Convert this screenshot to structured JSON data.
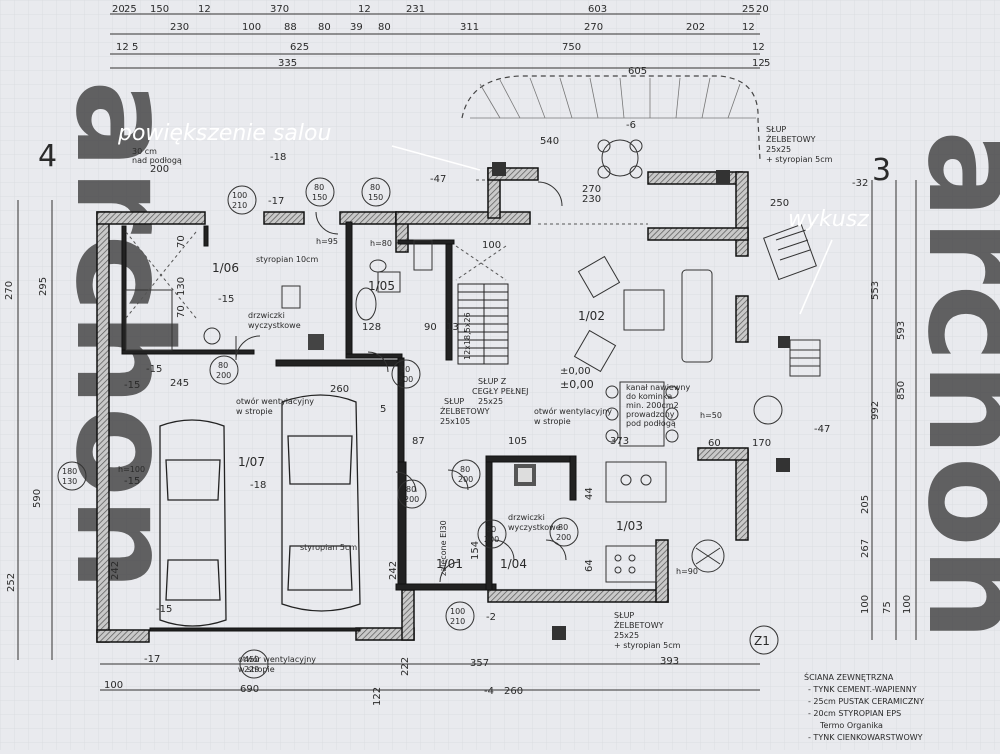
{
  "annotations": {
    "salon": "powiększenie salou",
    "bay": "wykusz"
  },
  "watermark": "archon",
  "axis_labels": {
    "left": "4",
    "right": "3"
  },
  "top_dims": {
    "r1": [
      "20",
      "25",
      "150",
      "12",
      "370",
      "12",
      "231",
      "603",
      "25",
      "20"
    ],
    "r2": [
      "230",
      "100",
      "88",
      "80",
      "39",
      "80",
      "311",
      "270",
      "202",
      "12"
    ],
    "r3": [
      "12",
      "5",
      "625",
      "750",
      "12"
    ],
    "r4": [
      "335",
      "605",
      "12",
      "5"
    ]
  },
  "rooms": {
    "r106": "1/06",
    "r105": "1/05",
    "r102": "1/02",
    "r107": "1/07",
    "r103": "1/03",
    "r101": "1/01",
    "r104": "1/04"
  },
  "labels": {
    "styropian10": "styropian 10cm",
    "drzwiczki1": "drzwiczki",
    "wyczystkowe1": "wyczystkowe",
    "wentyl1a": "otwór wentylacyjny",
    "wentyl1b": "w stropie",
    "wentyl2a": "otwór wentylacyjny",
    "wentyl2b": "w stropie",
    "wentyl3a": "otwór wentylacyjny",
    "wentyl3b": "w stropie",
    "slupCegly": "SŁUP Z",
    "slupCegly2": "CEGŁY PEŁNEJ",
    "slupCegly3": "25x25",
    "slupZel1": "SŁUP",
    "slupZel1b": "ŻELBETOWY",
    "slupZel1c": "25x105",
    "slupZel2": "SŁUP",
    "slupZel2b": "ŻELBETOWY",
    "slupZel2c": "25x25",
    "slupZel2d": "+ styropian 5cm",
    "slupZel3": "SŁUP",
    "slupZel3b": "ŻELBETOWY",
    "slupZel3c": "25x25",
    "slupZel3d": "+ styropian 5cm",
    "styropian5": "styropian 5cm",
    "zeroLevel": "±0,00",
    "kanal1": "kanał nawiewny",
    "kanal2": "do kominka",
    "kanal3": "min. 200cm2",
    "kanal4": "prowadzony",
    "kanal5": "pod podłogą",
    "drzwiczki2": "drzwiczki",
    "wyczystkowe2": "wyczystkowe",
    "zalecone": "zalecone EI30",
    "podciag": "30 cm",
    "podciag2": "nad podłogą",
    "h95": "h=95",
    "h80": "h=80",
    "h100": "h=100",
    "h50": "h=50",
    "h90": "h=90",
    "stairs": "12x18,5x26",
    "wall1": "ŚCIANA ZEWNĘTRZNA",
    "wall2": "- TYNK CEMENT.-WAPIENNY",
    "wall3": "- 25cm PUSTAK CERAMICZNY",
    "wall4": "- 20cm STYROPIAN EPS",
    "wall5": "Termo Organika",
    "wall6": "- TYNK CIENKOWARSTWOWY",
    "z1": "Z1"
  },
  "dims": {
    "d200": "200",
    "d18a": "-18",
    "d47": "-47",
    "d6": "-6",
    "d32": "-32",
    "d17": "-17",
    "d15a": "-15",
    "d15b": "-15",
    "d15c": "-15",
    "d15d": "-15",
    "d18b": "-18",
    "d2": "-2",
    "d4": "-4",
    "d17b": "-17",
    "d47b": "-47",
    "d245": "245",
    "d260": "260",
    "d373": "373",
    "d105": "105",
    "d90": "90",
    "d13": "13",
    "d100a": "100",
    "d100b": "100",
    "d357": "357",
    "d393": "393",
    "d690": "690",
    "d260b": "260",
    "d130": "130",
    "d70a": "70",
    "d70b": "70",
    "d128": "128",
    "d87": "87",
    "d242a": "242",
    "d242b": "242",
    "d222": "222",
    "d154": "154",
    "d540": "540",
    "d270": "270",
    "d230": "230",
    "d250": "250",
    "d170": "170",
    "d60": "60",
    "d44": "44",
    "d64": "64",
    "d122": "122",
    "d5": "5",
    "l270": "270",
    "l295": "295",
    "l590": "590",
    "l252": "252",
    "door100_210a": "100",
    "door100_210b": "210",
    "door80_150a": "80",
    "door80_150b": "150",
    "door80_200a": "80",
    "door80_200b": "200",
    "door450a": "450",
    "door450b": "229",
    "door180a": "180",
    "door180b": "130",
    "r553": "553",
    "r593": "593",
    "r850": "850",
    "r992": "992",
    "r205": "205",
    "r267": "267",
    "r100a": "100",
    "r100b": "100",
    "r75": "75",
    "lvl1": "-15",
    "lvl2": "±0,00"
  },
  "colors": {
    "paper": "#e9eaee",
    "ink": "#1a1a1a",
    "hatch": "#6a6a6a",
    "annotation": "#ffffff"
  }
}
